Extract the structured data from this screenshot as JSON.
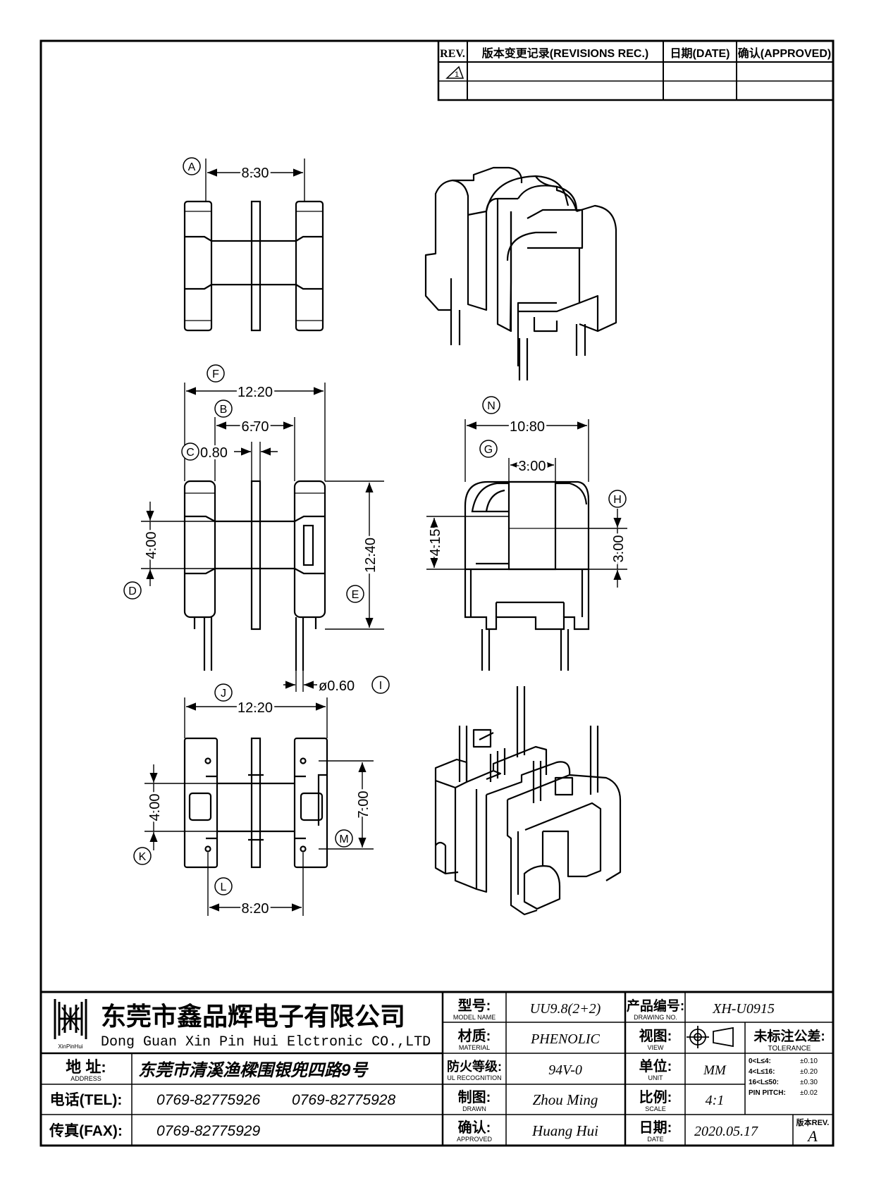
{
  "revisions": {
    "headers": [
      "REV.",
      "版本变更记录(REVISIONS REC.)",
      "日期(DATE)",
      "确认(APPROVED)"
    ],
    "rows": [
      {
        "rev": "1"
      },
      {
        "rev": ""
      }
    ]
  },
  "dimensions": {
    "a": "8.30",
    "f": "12.20",
    "b": "6.70",
    "c": "0.80",
    "n": "10.80",
    "g": "3.00",
    "h": "3.00",
    "d": "4.00",
    "e": "12.40",
    "k415": "4.15",
    "i": "ø0.60",
    "j": "12.20",
    "k": "4.00",
    "m": "7.00",
    "l": "8.20"
  },
  "letters": [
    "A",
    "F",
    "B",
    "C",
    "N",
    "G",
    "H",
    "D",
    "E",
    "I",
    "J",
    "K",
    "M",
    "L"
  ],
  "title_block": {
    "company_cn": "东莞市鑫品辉电子有限公司",
    "company_en": "Dong Guan Xin Pin Hui Elctronic CO.,LTD",
    "logo_text": "XinPinHui",
    "address_label": "地 址:",
    "address_label_en": "ADDRESS",
    "address": "东莞市清溪渔樑围银兜四路9号",
    "tel_label": "电话(TEL):",
    "tel1": "0769-82775926",
    "tel2": "0769-82775928",
    "fax_label": "传真(FAX):",
    "fax": "0769-82775929",
    "model_label": "型号:",
    "model_label_en": "MODEL NAME",
    "model": "UU9.8(2+2)",
    "material_label": "材质:",
    "material_label_en": "MATERIAL",
    "material": "PHENOLIC",
    "ul_label": "防火等级:",
    "ul_label_en": "UL RECOGNITION",
    "ul": "94V-0",
    "drawn_label": "制图:",
    "drawn_label_en": "DRAWN",
    "drawn": "Zhou Ming",
    "approved_label": "确认:",
    "approved_label_en": "APPROVED",
    "approved": "Huang Hui",
    "drawing_no_label": "产品编号:",
    "drawing_no_label_en": "DRAWING NO.",
    "drawing_no": "XH-U0915",
    "view_label": "视图:",
    "view_label_en": "VIEW",
    "unit_label": "单位:",
    "unit_label_en": "UNIT",
    "unit": "MM",
    "scale_label": "比例:",
    "scale_label_en": "SCALE",
    "scale": "4:1",
    "date_label": "日期:",
    "date_label_en": "DATE",
    "date": "2020.05.17",
    "tolerance_label": "未标注公差:",
    "tolerance_label_en": "TOLERANCE",
    "tolerances": [
      {
        "range": "0<L≤4:",
        "value": "±0.10"
      },
      {
        "range": "4<L≤16:",
        "value": "±0.20"
      },
      {
        "range": "16<L≤50:",
        "value": "±0.30"
      },
      {
        "range": "PIN PITCH:",
        "value": "±0.02"
      }
    ],
    "rev_label": "版本REV.",
    "rev": "A"
  }
}
